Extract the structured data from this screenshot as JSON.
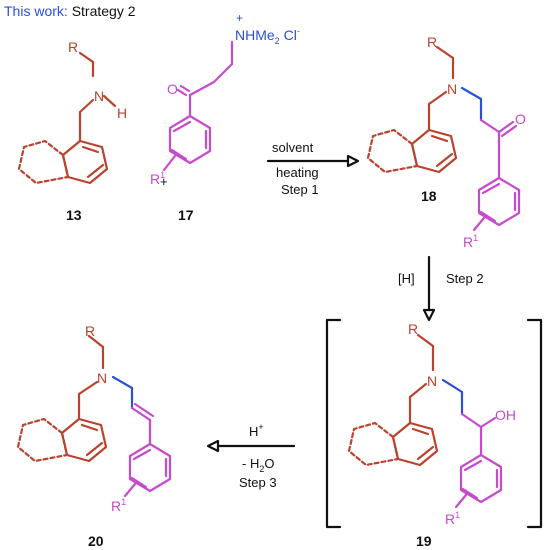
{
  "header": {
    "prefix": "This work:",
    "rest": "Strategy 2"
  },
  "atoms": {
    "N": "N",
    "H": "H",
    "O": "O",
    "OH": "OH",
    "R": "R",
    "R1_base": "R",
    "R1_sup": "1",
    "amine_salt_main": "NHMe",
    "amine_salt_sub": "2",
    "amine_salt_cl": " Cl",
    "amine_salt_cl_sup": "-",
    "plus_charge": "+"
  },
  "plus_sign": "+",
  "compounds": [
    "13",
    "17",
    "18",
    "19",
    "20"
  ],
  "step1": {
    "line1": "solvent",
    "line2": "heating",
    "line3": "Step 1"
  },
  "step2": {
    "reagent": "[H]",
    "label": "Step 2"
  },
  "step3": {
    "reagent_base": "H",
    "reagent_sup": "+",
    "line2_pre": "- H",
    "line2_sub": "2",
    "line2_post": "O",
    "line3": "Step 3"
  },
  "colors": {
    "header_accent": "#2b4fd6",
    "naphthyl": "#b9432e",
    "aryl": "#c64bcc",
    "linker": "#2b4fd6"
  }
}
